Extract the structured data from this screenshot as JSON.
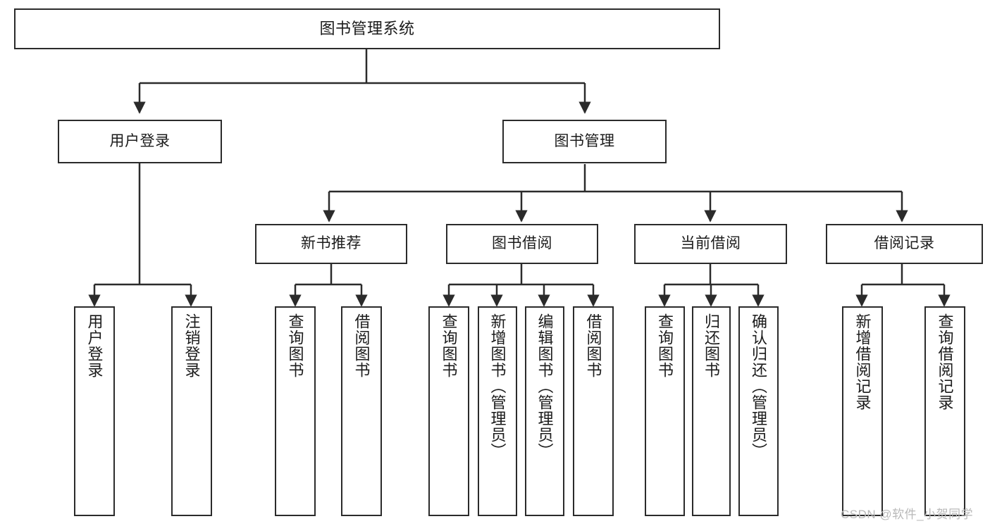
{
  "diagram": {
    "title": "图书管理系统",
    "type": "tree-hierarchy-diagram",
    "colors": {
      "box_border": "#2b2b2b",
      "box_fill": "#ffffff",
      "edge": "#2b2b2b",
      "text": "#1b1b1b",
      "watermark": "#b9b9b9",
      "background": "#ffffff"
    },
    "levels": {
      "level1": [
        {
          "id": "root",
          "label": "图书管理系统"
        }
      ],
      "level2": [
        {
          "id": "user-login",
          "label": "用户登录"
        },
        {
          "id": "book-management",
          "label": "图书管理"
        }
      ],
      "level3": [
        {
          "id": "new-book-recommend",
          "label": "新书推荐"
        },
        {
          "id": "book-borrow",
          "label": "图书借阅"
        },
        {
          "id": "current-borrow",
          "label": "当前借阅"
        },
        {
          "id": "borrow-record",
          "label": "借阅记录"
        }
      ],
      "level4": [
        {
          "id": "leaf-user-login",
          "label": "用户登录",
          "parent": "user-login"
        },
        {
          "id": "leaf-user-logout",
          "label": "注销登录",
          "parent": "user-login"
        },
        {
          "id": "leaf-query-book-1",
          "label": "查询图书",
          "parent": "new-book-recommend"
        },
        {
          "id": "leaf-borrow-book-1",
          "label": "借阅图书",
          "parent": "new-book-recommend"
        },
        {
          "id": "leaf-query-book-2",
          "label": "查询图书",
          "parent": "book-borrow"
        },
        {
          "id": "leaf-add-book",
          "label": "新增图书（管理员）",
          "parent": "book-borrow"
        },
        {
          "id": "leaf-edit-book",
          "label": "编辑图书（管理员）",
          "parent": "book-borrow"
        },
        {
          "id": "leaf-borrow-book-2",
          "label": "借阅图书",
          "parent": "book-borrow"
        },
        {
          "id": "leaf-query-book-3",
          "label": "查询图书",
          "parent": "current-borrow"
        },
        {
          "id": "leaf-return-book",
          "label": "归还图书",
          "parent": "current-borrow"
        },
        {
          "id": "leaf-confirm-return",
          "label": "确认归还（管理员）",
          "parent": "current-borrow"
        },
        {
          "id": "leaf-add-record",
          "label": "新增借阅记录",
          "parent": "borrow-record"
        },
        {
          "id": "leaf-query-record",
          "label": "查询借阅记录",
          "parent": "borrow-record"
        }
      ]
    }
  },
  "watermark": {
    "text": "CSDN @软件_小贺同学"
  }
}
